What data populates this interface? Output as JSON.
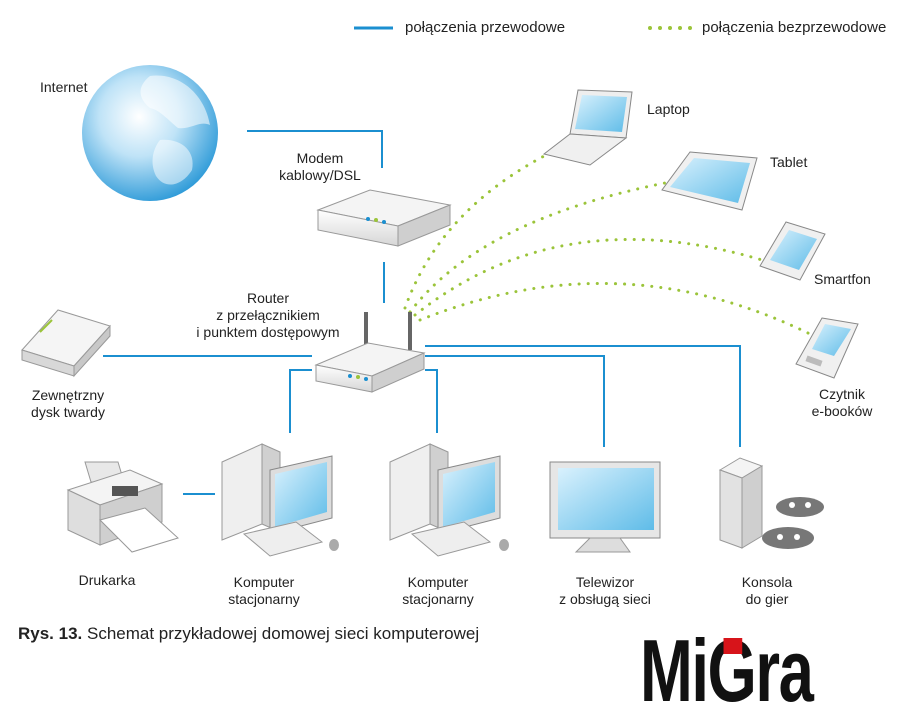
{
  "legend": {
    "wired": "połączenia przewodowe",
    "wireless": "połączenia bezprzewodowe"
  },
  "colors": {
    "wired": "#1b8fd0",
    "wireless": "#9bc43a",
    "logo_dot": "#d7141a"
  },
  "labels": {
    "internet": "Internet",
    "modem": "Modem\nkablowy/DSL",
    "router": "Router\nz przełącznikiem\ni punktem dostępowym",
    "external_drive": "Zewnętrzny\ndysk twardy",
    "laptop": "Laptop",
    "tablet": "Tablet",
    "smartphone": "Smartfon",
    "ereader": "Czytnik\ne-booków",
    "printer": "Drukarka",
    "pc1": "Komputer\nstacjonarny",
    "pc2": "Komputer\nstacjonarny",
    "tv": "Telewizor\nz obsługą sieci",
    "console": "Konsola\ndo gier"
  },
  "caption": {
    "prefix": "Rys. 13.",
    "text": " Schemat przykładowej domowej sieci komputerowej"
  },
  "logo": {
    "text": "MiGra"
  }
}
